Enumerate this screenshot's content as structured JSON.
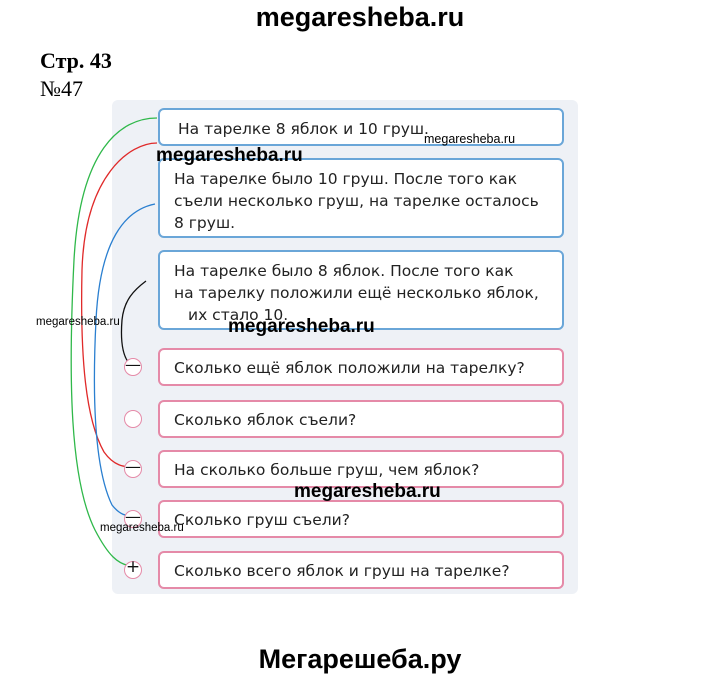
{
  "header": {
    "site": "megaresheba.ru"
  },
  "footer": {
    "site": "Мегарешеба.ру"
  },
  "page_ref": "Стр. 43",
  "task_number": "№47",
  "conditions": [
    {
      "lines": [
        "На тарелке 8 яблок и 10 груш."
      ]
    },
    {
      "lines": [
        "На тарелке было 10 груш. После того как",
        "съели несколько груш, на тарелке осталось",
        "8 груш."
      ]
    },
    {
      "lines": [
        "На тарелке было 8 яблок. После того как",
        "на тарелку положили ещё несколько яблок,",
        "их стало 10."
      ]
    }
  ],
  "questions": [
    {
      "text": "Сколько ещё яблок положили на тарелку?",
      "mark": "—"
    },
    {
      "text": "Сколько яблок съели?",
      "mark": ""
    },
    {
      "text": "На сколько больше груш, чем яблок?",
      "mark": "—"
    },
    {
      "text": "Сколько груш съели?",
      "mark": "—"
    },
    {
      "text": "Сколько всего яблок и груш на тарелке?",
      "mark": "+"
    }
  ],
  "watermarks": [
    "megaresheba.ru",
    "megaresheba.ru",
    "megaresheba.ru",
    "megaresheba.ru",
    "megaresheba.ru",
    "megaresheba.ru"
  ],
  "colors": {
    "blue_border": "#6aa6d8",
    "pink_border": "#e58aa8",
    "green_line": "#2fb84a",
    "red_line": "#e02a2a",
    "blue_line": "#2a7fd0",
    "black_line": "#111111"
  }
}
